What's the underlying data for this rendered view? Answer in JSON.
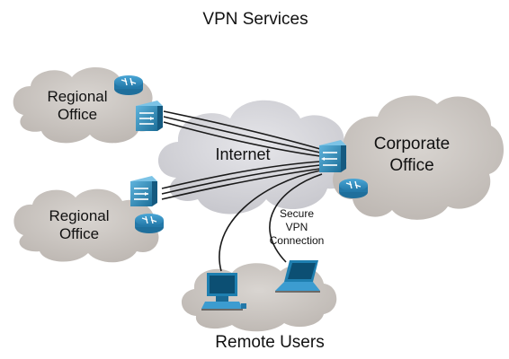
{
  "title": "VPN Services",
  "clouds": {
    "regional_top": {
      "line1": "Regional",
      "line2": "Office"
    },
    "regional_bottom": {
      "line1": "Regional",
      "line2": "Office"
    },
    "internet": {
      "label": "Internet"
    },
    "corporate": {
      "line1": "Corporate",
      "line2": "Office"
    },
    "remote": {
      "label": "Remote Users"
    }
  },
  "annotation": {
    "line1": "Secure",
    "line2": "VPN",
    "line3": "Connection"
  },
  "colors": {
    "cloud": "#c9c4c0",
    "internet_cloud": "#d4d4d8",
    "device": "#2f8fbf",
    "device_dark": "#1b5f82",
    "router": "#2b86b8",
    "line": "#1a1a1a"
  }
}
